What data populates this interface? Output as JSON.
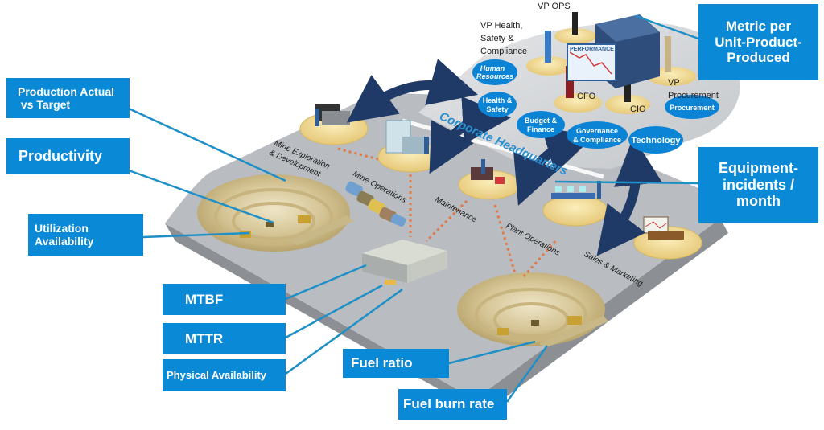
{
  "colors": {
    "kpi_box": "#0a8ad6",
    "leader_line": "#1f8fc7",
    "platform_top": "#b9bcc0",
    "platform_side": "#8c8f93",
    "hq_area": "#d6d8da",
    "pit_sand": "#d9c99c",
    "pit_dark": "#b9a671",
    "disc": "#f2dc9a",
    "dept_bubble": "#0b84d6",
    "arrow": "#1f3a66",
    "dotted_link": "#e07a4a"
  },
  "kpi_boxes": {
    "production_actual": {
      "line1": "Production Actual",
      "line2": " vs Target"
    },
    "productivity": {
      "label": "Productivity"
    },
    "utilization": {
      "line1": "Utilization",
      "line2": "Availability"
    },
    "mtbf": {
      "label": "MTBF"
    },
    "mttr": {
      "label": "MTTR"
    },
    "physical_availability": {
      "label": "Physical Availability"
    },
    "fuel_ratio": {
      "label": "Fuel ratio"
    },
    "fuel_burn_rate": {
      "label": "Fuel burn rate"
    },
    "metric_per_unit": {
      "line1": "Metric per",
      "line2": "Unit-Product-",
      "line3": "Produced"
    },
    "equipment_incidents": {
      "line1": "Equipment-",
      "line2": "incidents /",
      "line3": "month"
    }
  },
  "executives": {
    "vp_ops": "VP OPS",
    "vp_hsc": {
      "line1": "VP Health,",
      "line2": "Safety &",
      "line3": "Compliance"
    },
    "cfo": "CFO",
    "cio": "CIO",
    "vp_procurement": {
      "line1": "VP",
      "line2": "Procurement"
    }
  },
  "departments": {
    "human_resources": {
      "line1": "Human",
      "line2": "Resources"
    },
    "health_safety": {
      "line1": "Health &",
      "line2": "Safety"
    },
    "budget_finance": {
      "line1": "Budget &",
      "line2": "Finance"
    },
    "governance": {
      "line1": "Governance",
      "line2": "& Compliance"
    },
    "technology": "Technology",
    "procurement": "Procurement"
  },
  "areas": {
    "corporate_hq": "Corporate Headquarters",
    "mine_exploration": {
      "line1": "Mine Exploration",
      "line2": "& Development"
    },
    "mine_operations": "Mine Operations",
    "maintenance": "Maintenance",
    "plant_operations": "Plant Operations",
    "sales_marketing": "Sales & Marketing"
  },
  "performance_chart_title": "PERFORMANCE"
}
